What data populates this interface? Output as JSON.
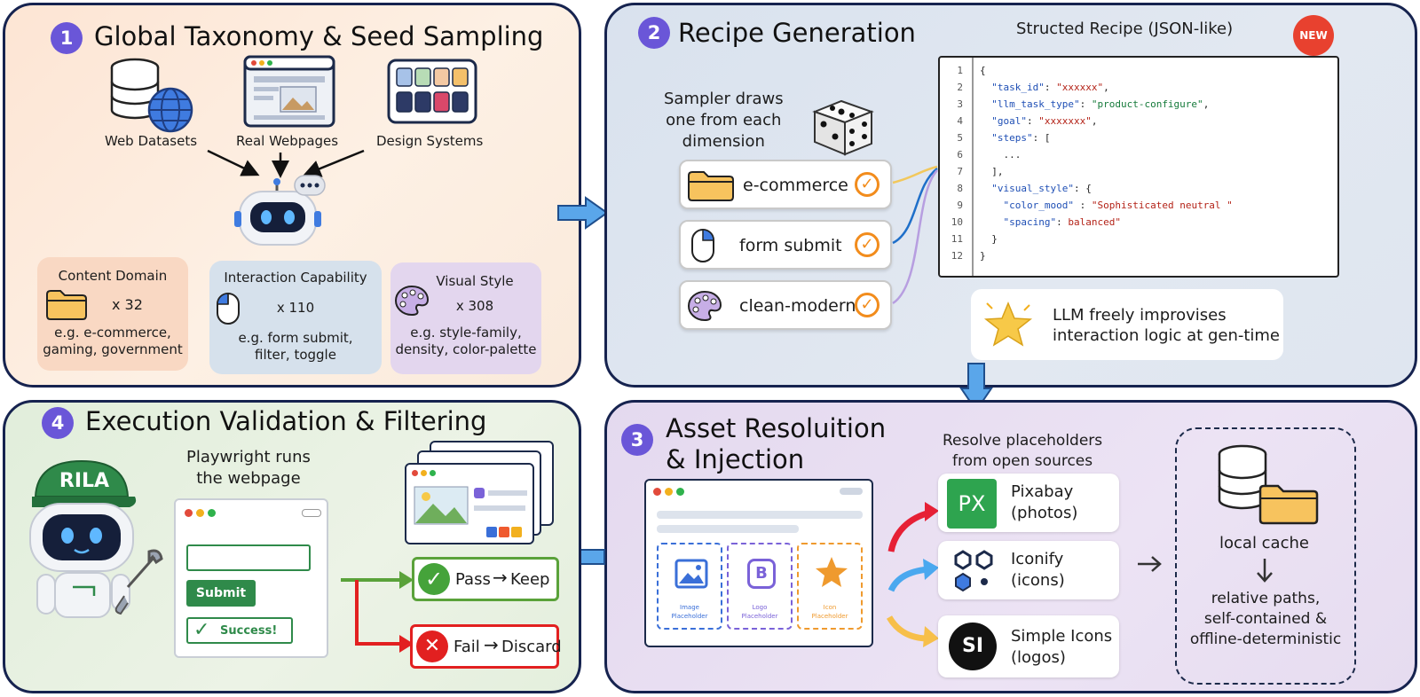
{
  "panel1": {
    "number": "1",
    "title": "Global Taxonomy & Seed Sampling",
    "sources": [
      "Web Datasets",
      "Real Webpages",
      "Design Systems"
    ],
    "dimensions": [
      {
        "title": "Content Domain",
        "count": "x 32",
        "example": "e.g. e-commerce,\ngaming, government",
        "icon": "folder-icon"
      },
      {
        "title": "Interaction Capability",
        "count": "x 110",
        "example": "e.g. form submit,\nfilter, toggle",
        "icon": "mouse-icon"
      },
      {
        "title": "Visual Style",
        "count": "x 308",
        "example": "e.g. style-family,\ndensity, color-palette",
        "icon": "palette-icon"
      }
    ]
  },
  "panel2": {
    "number": "2",
    "title": "Recipe Generation",
    "sampler_text": "Sampler draws\none from each\ndimension",
    "samples": [
      "e-commerce",
      "form submit",
      "clean-modern"
    ],
    "recipe_title": "Structed Recipe (JSON-like)",
    "new_badge": "NEW",
    "code_lines": [
      {
        "n": "1",
        "text": "{"
      },
      {
        "n": "2",
        "text": "  \"task_id\": \"xxxxxx\","
      },
      {
        "n": "3",
        "text": "  \"llm_task_type\": \"product-configure\","
      },
      {
        "n": "4",
        "text": "  \"goal\": \"xxxxxxx\","
      },
      {
        "n": "5",
        "text": "  \"steps\": ["
      },
      {
        "n": "6",
        "text": "    ..."
      },
      {
        "n": "7",
        "text": "  ],"
      },
      {
        "n": "8",
        "text": "  \"visual_style\": {"
      },
      {
        "n": "9",
        "text": "    \"color_mood\" : \"Sophisticated neutral \""
      },
      {
        "n": "10",
        "text": "    \"spacing\": balanced\""
      },
      {
        "n": "11",
        "text": "  }"
      },
      {
        "n": "12",
        "text": "}"
      }
    ],
    "llm_note": "LLM freely improvises\ninteraction logic at gen-time"
  },
  "panel3": {
    "number": "3",
    "title": "Asset Resoluition\n& Injection",
    "placeholders": [
      {
        "label": "Image\nPlaceholder",
        "color": "#3a6fd8"
      },
      {
        "label": "Logo\nPlaceholder",
        "color": "#7a62d8"
      },
      {
        "label": "Icon\nPlaceholder",
        "color": "#ef9a2e"
      }
    ],
    "resolve_text": "Resolve placeholders\nfrom open sources",
    "sources": [
      {
        "name": "Pixabay\n(photos)",
        "logo": "PX",
        "color": "#2ea44f"
      },
      {
        "name": "Iconify\n(icons)",
        "logo": "",
        "color": "#1c2a4a"
      },
      {
        "name": "Simple Icons\n(logos)",
        "logo": "SI",
        "color": "#111111"
      }
    ],
    "cache_label": "local cache",
    "cache_result": "relative paths,\nself-contained &\noffline-deterministic"
  },
  "panel4": {
    "number": "4",
    "title": "Execution Validation & Filtering",
    "robot_cap": "RILA",
    "runner_text": "Playwright runs\nthe webpage",
    "submit_label": "Submit",
    "success_label": "Success!",
    "pass_label": "Pass",
    "keep_label": "Keep",
    "fail_label": "Fail",
    "discard_label": "Discard"
  },
  "colors": {
    "panel_border": "#16234f",
    "number_badge": "#6a56d8",
    "pass_green": "#5aa23a",
    "fail_red": "#e22020",
    "check_orange": "#f28c1c"
  }
}
